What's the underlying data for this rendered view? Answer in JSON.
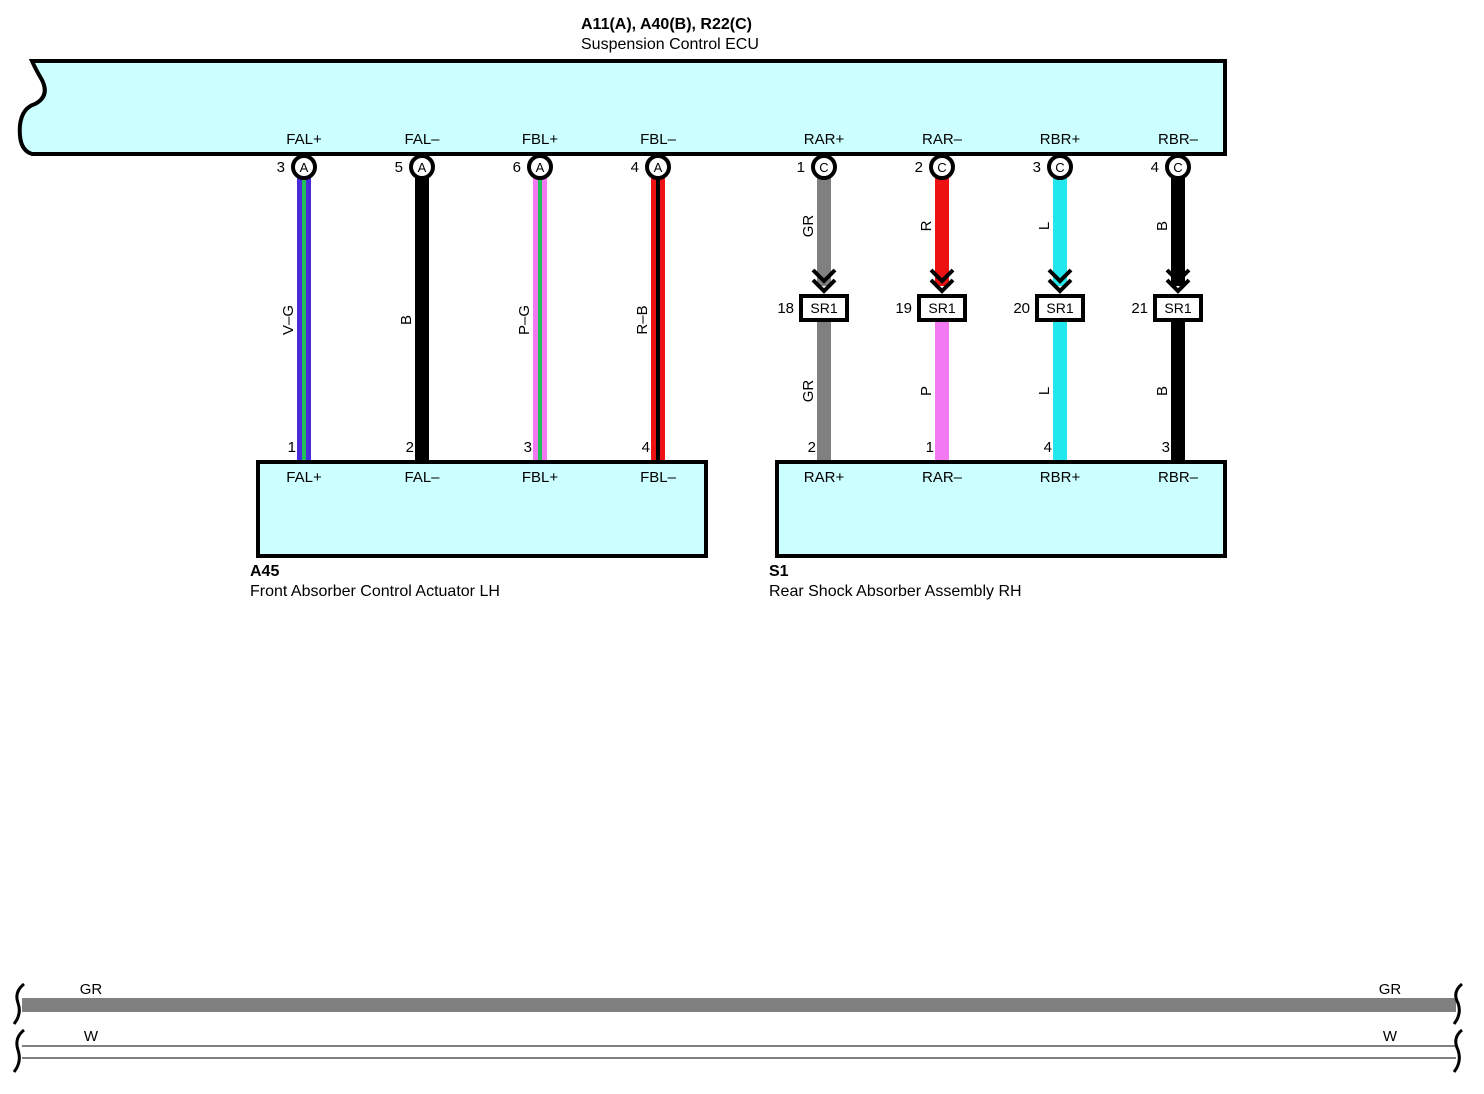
{
  "ecu": {
    "connectors": "A11(A), A40(B), R22(C)",
    "name": "Suspension Control ECU",
    "pins": [
      {
        "label": "FAL+",
        "connector": "A",
        "pin": "3"
      },
      {
        "label": "FAL–",
        "connector": "A",
        "pin": "5"
      },
      {
        "label": "FBL+",
        "connector": "A",
        "pin": "6"
      },
      {
        "label": "FBL–",
        "connector": "A",
        "pin": "4"
      },
      {
        "label": "RAR+",
        "connector": "C",
        "pin": "1"
      },
      {
        "label": "RAR–",
        "connector": "C",
        "pin": "2"
      },
      {
        "label": "RBR+",
        "connector": "C",
        "pin": "3"
      },
      {
        "label": "RBR–",
        "connector": "C",
        "pin": "4"
      }
    ]
  },
  "front_wires": [
    {
      "code": "V–G",
      "colors": [
        "#4b2bd9",
        "#22c05a"
      ],
      "dest_pin": "1"
    },
    {
      "code": "B",
      "colors": [
        "#000000"
      ],
      "dest_pin": "2"
    },
    {
      "code": "P–G",
      "colors": [
        "#f279f2",
        "#22c05a"
      ],
      "dest_pin": "3"
    },
    {
      "code": "R–B",
      "colors": [
        "#ee1111",
        "#000000"
      ],
      "dest_pin": "4"
    }
  ],
  "rear_wires": [
    {
      "upper_code": "GR",
      "upper_color": "#808080",
      "lower_code": "GR",
      "lower_color": "#808080",
      "junction_pin": "18",
      "dest_pin": "2"
    },
    {
      "upper_code": "R",
      "upper_color": "#ee1111",
      "lower_code": "P",
      "lower_color": "#f279f2",
      "junction_pin": "19",
      "dest_pin": "1"
    },
    {
      "upper_code": "L",
      "upper_color": "#22e8ee",
      "lower_code": "L",
      "lower_color": "#22e8ee",
      "junction_pin": "20",
      "dest_pin": "4"
    },
    {
      "upper_code": "B",
      "upper_color": "#000000",
      "lower_code": "B",
      "lower_color": "#000000",
      "junction_pin": "21",
      "dest_pin": "3"
    }
  ],
  "junction_label": "SR1",
  "front_actuator": {
    "code": "A45",
    "name": "Front Absorber Control Actuator LH",
    "pins": [
      "FAL+",
      "FAL–",
      "FBL+",
      "FBL–"
    ]
  },
  "rear_absorber": {
    "code": "S1",
    "name": "Rear Shock Absorber Assembly RH",
    "pins": [
      "RAR+",
      "RAR–",
      "RBR+",
      "RBR–"
    ]
  },
  "legend": [
    {
      "code": "GR",
      "color": "#808080"
    },
    {
      "code": "W",
      "color": "#ffffff"
    }
  ],
  "colors": {
    "component_fill": "#ccffff",
    "outline": "#000000"
  }
}
